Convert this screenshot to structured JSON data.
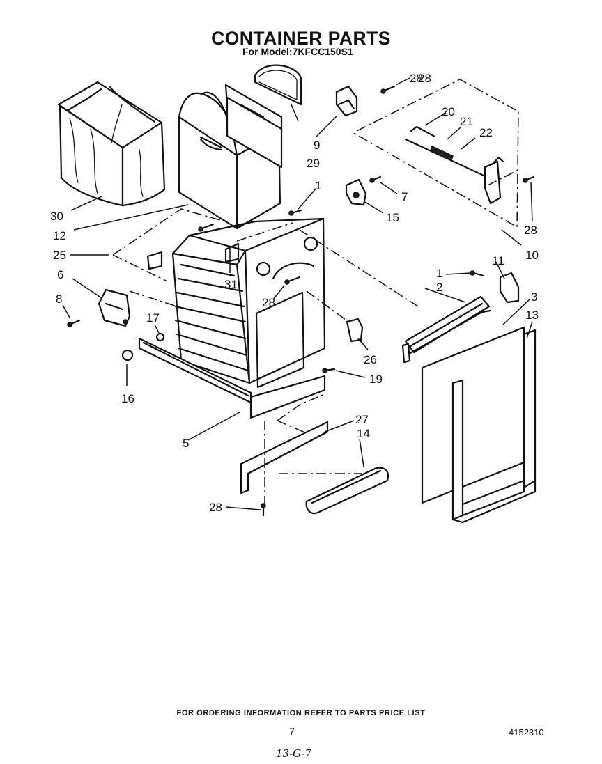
{
  "header": {
    "title": "CONTAINER PARTS",
    "subtitle": "For Model:7KFCC150S1"
  },
  "callouts": [
    "1",
    "1",
    "2",
    "3",
    "5",
    "6",
    "7",
    "8",
    "9",
    "10",
    "11",
    "12",
    "13",
    "14",
    "15",
    "16",
    "17",
    "19",
    "20",
    "21",
    "22",
    "25",
    "26",
    "27",
    "28",
    "28",
    "28",
    "28",
    "28",
    "29",
    "30",
    "31"
  ],
  "footer": {
    "ordering_note": "FOR ORDERING INFORMATION REFER TO PARTS PRICE LIST",
    "page_number": "7",
    "doc_number": "4152310",
    "handwritten_note": "13-G-7"
  }
}
